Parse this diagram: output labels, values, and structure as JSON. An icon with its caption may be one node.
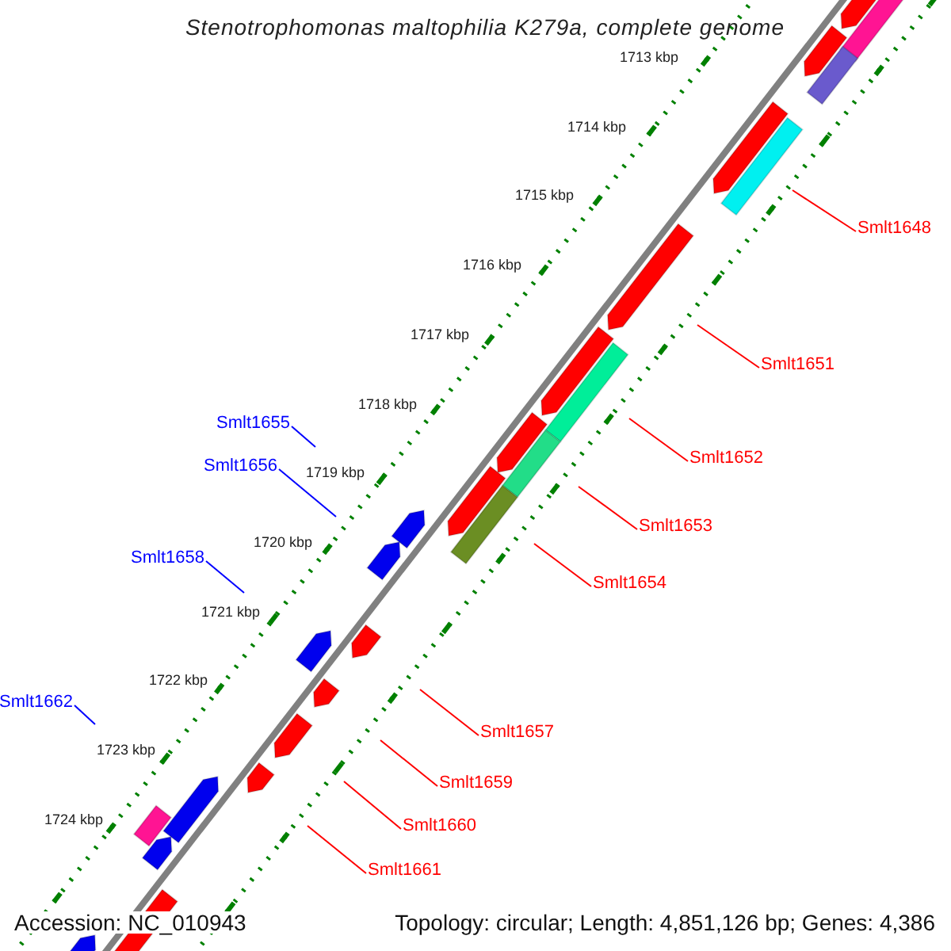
{
  "diagram": {
    "title": "Stenotrophomonas maltophilia K279a, complete genome",
    "nodes": [
      {
        "text": [
          "Smlt1648"
        ]
      },
      {
        "text": [
          "Smlt1651"
        ]
      },
      {
        "text": [
          "Smlt1655"
        ]
      },
      {
        "text": [
          "Smlt1652"
        ]
      },
      {
        "text": [
          "Smlt1656"
        ]
      },
      {
        "text": [
          "Smlt1653"
        ]
      },
      {
        "text": [
          "Smlt1658"
        ]
      },
      {
        "text": [
          "Smlt1654"
        ]
      },
      {
        "text": [
          "Smlt1662"
        ]
      },
      {
        "text": [
          "Smlt1657"
        ]
      },
      {
        "text": [
          "Smlt1659"
        ]
      },
      {
        "text": [
          "Smlt1660"
        ]
      },
      {
        "text": [
          "Smlt1661"
        ]
      }
    ],
    "edges": [
      {
        "from": 0,
        "to": null,
        "arrow": "none"
      },
      {
        "from": 1,
        "to": null,
        "arrow": "none"
      },
      {
        "from": 2,
        "to": null,
        "arrow": "none",
        "color": "#0000ff"
      },
      {
        "from": 3,
        "to": null,
        "arrow": "none"
      },
      {
        "from": 4,
        "to": null,
        "arrow": "none",
        "color": "#0000ff"
      },
      {
        "from": 5,
        "to": null,
        "arrow": "none"
      },
      {
        "from": 6,
        "to": null,
        "arrow": "none",
        "color": "#0000ff"
      },
      {
        "from": 7,
        "to": null,
        "arrow": "none"
      },
      {
        "from": 8,
        "to": null,
        "arrow": "none",
        "color": "#0000ff"
      },
      {
        "from": 9,
        "to": null,
        "arrow": "none"
      },
      {
        "from": 10,
        "to": null,
        "arrow": "none"
      },
      {
        "from": 11,
        "to": null,
        "arrow": "none"
      },
      {
        "from": 12,
        "to": null,
        "arrow": "none"
      }
    ],
    "labels": [
      "1713 kbp",
      "1714 kbp",
      "1715 kbp",
      "1716 kbp",
      "1717 kbp",
      "1718 kbp",
      "1719 kbp",
      "1720 kbp",
      "1721 kbp",
      "1722 kbp",
      "1723 kbp",
      "1724 kbp",
      "Accession: NC_010943",
      "Topology: circular; Length: 4,851,126 bp; Genes: 4,386"
    ]
  }
}
